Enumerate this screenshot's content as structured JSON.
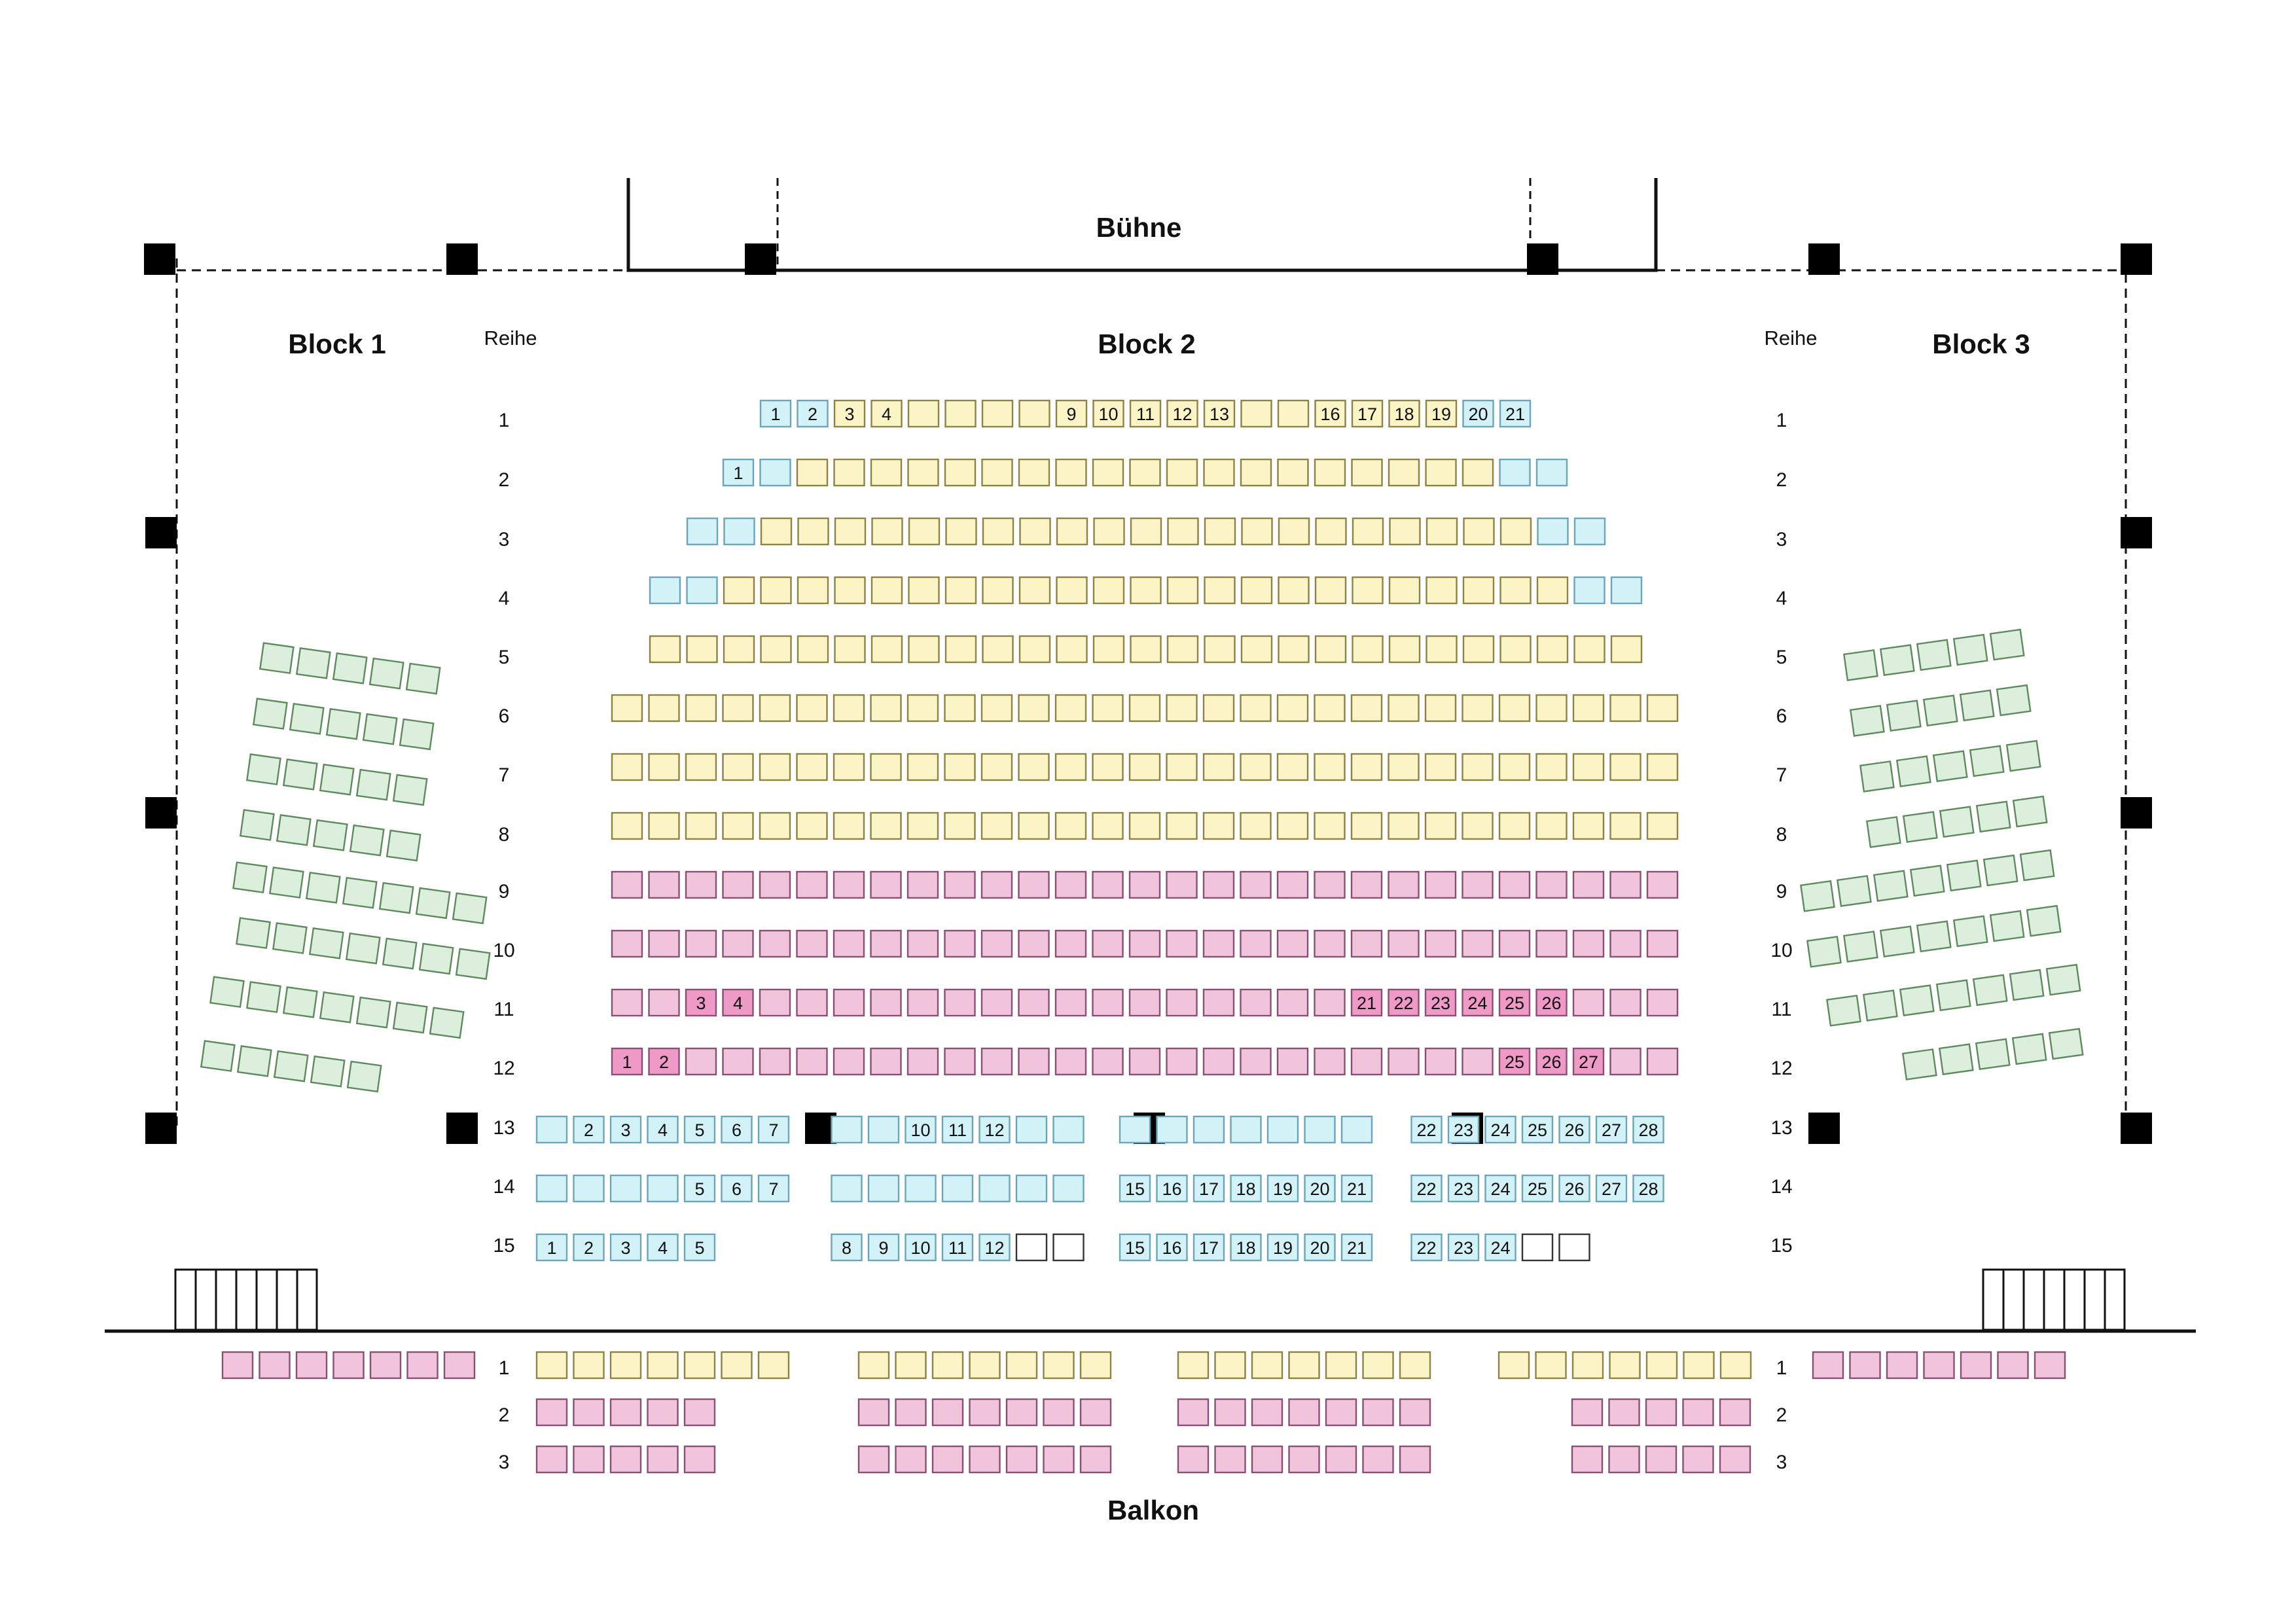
{
  "labels": {
    "stage": "Bühne",
    "block1": "Block 1",
    "block2": "Block  2",
    "block3": "Block 3",
    "row_header": "Reihe",
    "balcony": "Balkon"
  },
  "colors": {
    "cyan": "#d3f2f7",
    "yellow": "#faf4c6",
    "pink": "#f1c4dc",
    "pink_strong": "#ef99c6",
    "green": "#dcefdc",
    "white": "#ffffff"
  },
  "rows_left": [
    "1",
    "2",
    "3",
    "4",
    "5",
    "6",
    "7",
    "8",
    "9",
    "10",
    "11",
    "12",
    "13",
    "14",
    "15"
  ],
  "rows_right": [
    "1",
    "2",
    "3",
    "4",
    "5",
    "6",
    "7",
    "8",
    "9",
    "10",
    "11",
    "12",
    "13",
    "14",
    "15"
  ],
  "balcony_rows_left": [
    "1",
    "2",
    "3"
  ],
  "balcony_rows_right": [
    "1",
    "2",
    "3"
  ],
  "seat_numbers": {
    "r1": [
      {
        "seat": 1,
        "text": "1",
        "color": "cyan"
      },
      {
        "seat": 2,
        "text": "2",
        "color": "cyan"
      },
      {
        "seat": 3,
        "text": "3",
        "color": "yellow"
      },
      {
        "seat": 4,
        "text": "4",
        "color": "yellow"
      },
      {
        "seat": 9,
        "text": "9",
        "color": "yellow"
      },
      {
        "seat": 10,
        "text": "10",
        "color": "yellow"
      },
      {
        "seat": 11,
        "text": "11",
        "color": "yellow"
      },
      {
        "seat": 12,
        "text": "12",
        "color": "yellow"
      },
      {
        "seat": 13,
        "text": "13",
        "color": "yellow"
      },
      {
        "seat": 16,
        "text": "16",
        "color": "yellow"
      },
      {
        "seat": 17,
        "text": "17",
        "color": "yellow"
      },
      {
        "seat": 18,
        "text": "18",
        "color": "yellow"
      },
      {
        "seat": 19,
        "text": "19",
        "color": "yellow"
      },
      {
        "seat": 20,
        "text": "20",
        "color": "cyan"
      },
      {
        "seat": 21,
        "text": "21",
        "color": "cyan"
      }
    ],
    "r2": [
      {
        "seat": 1,
        "text": "1",
        "color": "cyan"
      }
    ],
    "r11": [
      {
        "seat": 3,
        "text": "3",
        "color": "pink_strong"
      },
      {
        "seat": 4,
        "text": "4",
        "color": "pink_strong"
      },
      {
        "seat": 21,
        "text": "21",
        "color": "pink_strong"
      },
      {
        "seat": 22,
        "text": "22",
        "color": "pink_strong"
      },
      {
        "seat": 23,
        "text": "23",
        "color": "pink_strong"
      },
      {
        "seat": 24,
        "text": "24",
        "color": "pink_strong"
      },
      {
        "seat": 25,
        "text": "25",
        "color": "pink_strong"
      },
      {
        "seat": 26,
        "text": "26",
        "color": "pink_strong"
      }
    ],
    "r12": [
      {
        "seat": 1,
        "text": "1",
        "color": "pink_strong"
      },
      {
        "seat": 2,
        "text": "2",
        "color": "pink_strong"
      },
      {
        "seat": 25,
        "text": "25",
        "color": "pink_strong"
      },
      {
        "seat": 26,
        "text": "26",
        "color": "pink_strong"
      },
      {
        "seat": 27,
        "text": "27",
        "color": "pink_strong"
      }
    ],
    "r13": [
      {
        "seat": 2,
        "text": "2",
        "color": "cyan"
      },
      {
        "seat": 3,
        "text": "3",
        "color": "cyan"
      },
      {
        "seat": 4,
        "text": "4",
        "color": "cyan"
      },
      {
        "seat": 5,
        "text": "5",
        "color": "cyan"
      },
      {
        "seat": 6,
        "text": "6",
        "color": "cyan"
      },
      {
        "seat": 7,
        "text": "7",
        "color": "cyan"
      },
      {
        "seat": 10,
        "text": "10",
        "color": "cyan"
      },
      {
        "seat": 11,
        "text": "11",
        "color": "cyan"
      },
      {
        "seat": 12,
        "text": "12",
        "color": "cyan"
      },
      {
        "seat": 22,
        "text": "22",
        "color": "cyan"
      },
      {
        "seat": 23,
        "text": "23",
        "color": "cyan"
      },
      {
        "seat": 24,
        "text": "24",
        "color": "cyan"
      },
      {
        "seat": 25,
        "text": "25",
        "color": "cyan"
      },
      {
        "seat": 26,
        "text": "26",
        "color": "cyan"
      },
      {
        "seat": 27,
        "text": "27",
        "color": "cyan"
      },
      {
        "seat": 28,
        "text": "28",
        "color": "cyan"
      }
    ],
    "r14": [
      {
        "seat": 5,
        "text": "5",
        "color": "cyan"
      },
      {
        "seat": 6,
        "text": "6",
        "color": "cyan"
      },
      {
        "seat": 7,
        "text": "7",
        "color": "cyan"
      },
      {
        "seat": 15,
        "text": "15",
        "color": "cyan"
      },
      {
        "seat": 16,
        "text": "16",
        "color": "cyan"
      },
      {
        "seat": 17,
        "text": "17",
        "color": "cyan"
      },
      {
        "seat": 18,
        "text": "18",
        "color": "cyan"
      },
      {
        "seat": 19,
        "text": "19",
        "color": "cyan"
      },
      {
        "seat": 20,
        "text": "20",
        "color": "cyan"
      },
      {
        "seat": 21,
        "text": "21",
        "color": "cyan"
      },
      {
        "seat": 22,
        "text": "22",
        "color": "cyan"
      },
      {
        "seat": 23,
        "text": "23",
        "color": "cyan"
      },
      {
        "seat": 24,
        "text": "24",
        "color": "cyan"
      },
      {
        "seat": 25,
        "text": "25",
        "color": "cyan"
      },
      {
        "seat": 26,
        "text": "26",
        "color": "cyan"
      },
      {
        "seat": 27,
        "text": "27",
        "color": "cyan"
      },
      {
        "seat": 28,
        "text": "28",
        "color": "cyan"
      }
    ],
    "r15": [
      {
        "seat": 1,
        "text": "1",
        "color": "cyan"
      },
      {
        "seat": 2,
        "text": "2",
        "color": "cyan"
      },
      {
        "seat": 3,
        "text": "3",
        "color": "cyan"
      },
      {
        "seat": 4,
        "text": "4",
        "color": "cyan"
      },
      {
        "seat": 5,
        "text": "5",
        "color": "cyan"
      },
      {
        "seat": 8,
        "text": "8",
        "color": "cyan"
      },
      {
        "seat": 9,
        "text": "9",
        "color": "cyan"
      },
      {
        "seat": 10,
        "text": "10",
        "color": "cyan"
      },
      {
        "seat": 11,
        "text": "11",
        "color": "cyan"
      },
      {
        "seat": 12,
        "text": "12",
        "color": "cyan"
      },
      {
        "seat": 15,
        "text": "15",
        "color": "cyan"
      },
      {
        "seat": 16,
        "text": "16",
        "color": "cyan"
      },
      {
        "seat": 17,
        "text": "17",
        "color": "cyan"
      },
      {
        "seat": 18,
        "text": "18",
        "color": "cyan"
      },
      {
        "seat": 19,
        "text": "19",
        "color": "cyan"
      },
      {
        "seat": 20,
        "text": "20",
        "color": "cyan"
      },
      {
        "seat": 21,
        "text": "21",
        "color": "cyan"
      },
      {
        "seat": 22,
        "text": "22",
        "color": "cyan"
      },
      {
        "seat": 23,
        "text": "23",
        "color": "cyan"
      },
      {
        "seat": 24,
        "text": "24",
        "color": "cyan"
      }
    ]
  }
}
